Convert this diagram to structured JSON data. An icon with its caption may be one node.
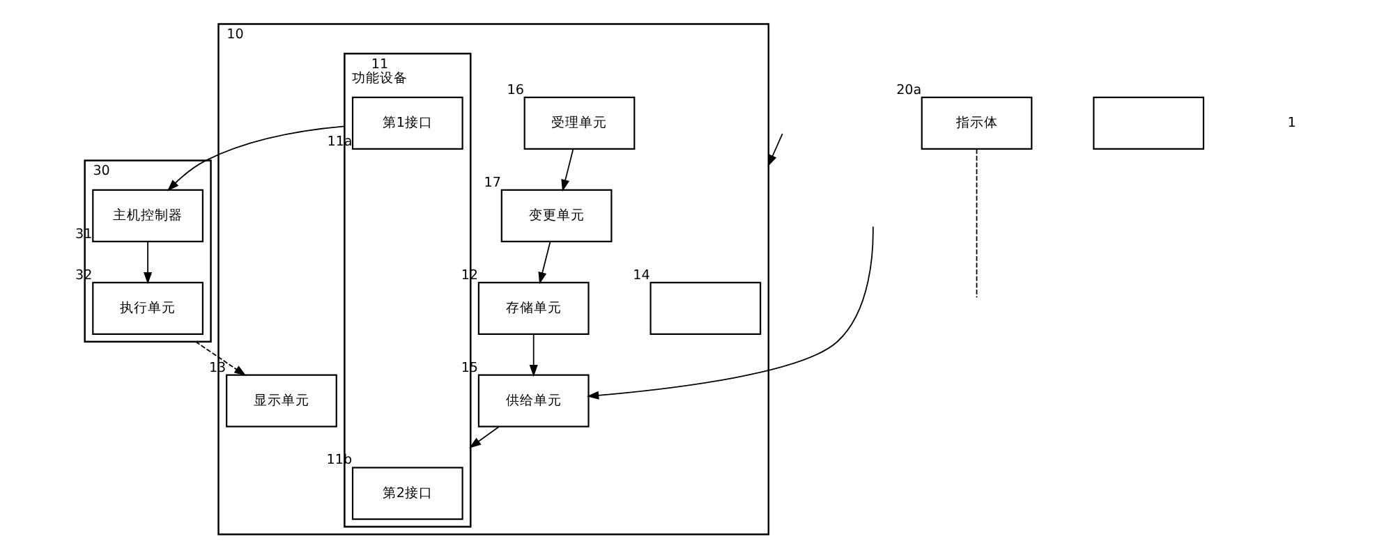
{
  "diagram": {
    "nodes": [
      {
        "text": [],
        "shape": "box",
        "beside": [
          "30"
        ]
      },
      {
        "text": [
          "执行单元"
        ],
        "in": 0,
        "beside": [
          "32"
        ]
      },
      {
        "text": [
          "主机控制器"
        ],
        "in": 0,
        "beside": [
          "31"
        ]
      },
      {
        "text": [],
        "shape": "box",
        "beside": [
          "10"
        ]
      },
      {
        "text": [
          "受理单元"
        ],
        "in": 3,
        "beside": [
          "16"
        ]
      },
      {
        "text": [
          "变更单元"
        ],
        "in": 3,
        "beside": [
          "17"
        ]
      },
      {
        "text": [
          "功能设备"
        ],
        "in": 3,
        "beside": [
          "11"
        ]
      },
      {
        "text": [
          "第1接口"
        ],
        "in": 6,
        "beside": [
          "11a"
        ]
      },
      {
        "text": [
          "第2接口"
        ],
        "in": 6,
        "beside": [
          "11b"
        ]
      },
      {
        "text": [
          "存储单元"
        ],
        "in": 3,
        "beside": [
          "12"
        ]
      },
      {
        "text": [
          "供给单元"
        ],
        "in": 3,
        "beside": [
          "15"
        ]
      },
      {
        "text": [
          "显示单元"
        ],
        "in": 3,
        "beside": [
          "13"
        ]
      },
      {
        "text": [],
        "shape": "box",
        "in": 3,
        "beside": [
          "14"
        ]
      },
      {
        "text": [
          "指示体"
        ],
        "beside": [
          "20a"
        ]
      },
      {
        "text": [],
        "shape": "box"
      }
    ],
    "edges": [
      {
        "from": 2,
        "to": 1,
        "arrow": "to"
      },
      {
        "from": 6,
        "to": 2,
        "arrow": "to"
      },
      {
        "from": 10,
        "to": 6,
        "arrow": "to"
      },
      {
        "from": 4,
        "to": 5,
        "arrow": "to"
      },
      {
        "from": 5,
        "to": 9,
        "arrow": "to"
      },
      {
        "from": 9,
        "to": 10,
        "arrow": "to"
      },
      {
        "from": null,
        "to": 10,
        "arrow": "to"
      },
      {
        "from": 0,
        "to": 11,
        "arrow": "to",
        "style": "dashed"
      },
      {
        "from": 13,
        "to": null,
        "arrow": "none",
        "style": "dashed"
      },
      {
        "from": null,
        "to": 3,
        "arrow": "to"
      }
    ],
    "labels": [
      "1"
    ]
  }
}
